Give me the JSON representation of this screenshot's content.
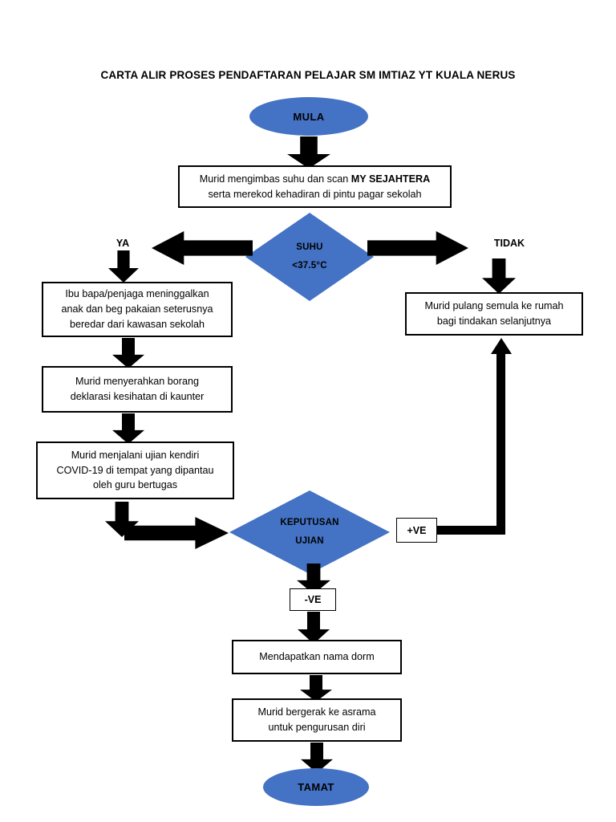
{
  "title": "CARTA ALIR PROSES PENDAFTARAN PELAJAR SM IMTIAZ YT KUALA NERUS",
  "colors": {
    "shape_blue": "#4472C4",
    "outline_black": "#000000",
    "page_background": "#FFFFFF",
    "box_fill": "#FFFFFF"
  },
  "nodes": {
    "start": {
      "label": "MULA",
      "type": "terminator"
    },
    "scan": {
      "type": "process",
      "line1_before_bold": "Murid mengimbas suhu dan scan ",
      "line1_bold": "MY SEJAHTERA",
      "line2": "serta merekod kehadiran di pintu pagar sekolah"
    },
    "decision_temp": {
      "type": "decision",
      "line1": "SUHU",
      "line2": "<37.5°C",
      "branch_yes": "YA",
      "branch_no": "TIDAK"
    },
    "parent_leaves": {
      "type": "process",
      "line1": "Ibu bapa/penjaga meninggalkan",
      "line2": "anak dan beg pakaian seterusnya",
      "line3": "beredar dari kawasan sekolah"
    },
    "health_form": {
      "type": "process",
      "line1": "Murid menyerahkan borang",
      "line2": "deklarasi kesihatan di kaunter"
    },
    "self_test": {
      "type": "process",
      "line1": "Murid menjalani ujian kendiri",
      "line2": "COVID-19 di tempat yang dipantau",
      "line3": "oleh guru bertugas"
    },
    "go_home": {
      "type": "process",
      "line1": "Murid pulang semula ke rumah",
      "line2": "bagi tindakan selanjutnya"
    },
    "decision_result": {
      "type": "decision",
      "line1": "KEPUTUSAN",
      "line2": "UJIAN",
      "branch_positive": "+VE",
      "branch_negative": "-VE"
    },
    "dorm_name": {
      "type": "process",
      "line1": "Mendapatkan nama dorm"
    },
    "move_to_hostel": {
      "type": "process",
      "line1": "Murid bergerak ke asrama",
      "line2": "untuk pengurusan diri"
    },
    "end": {
      "label": "TAMAT",
      "type": "terminator"
    }
  }
}
